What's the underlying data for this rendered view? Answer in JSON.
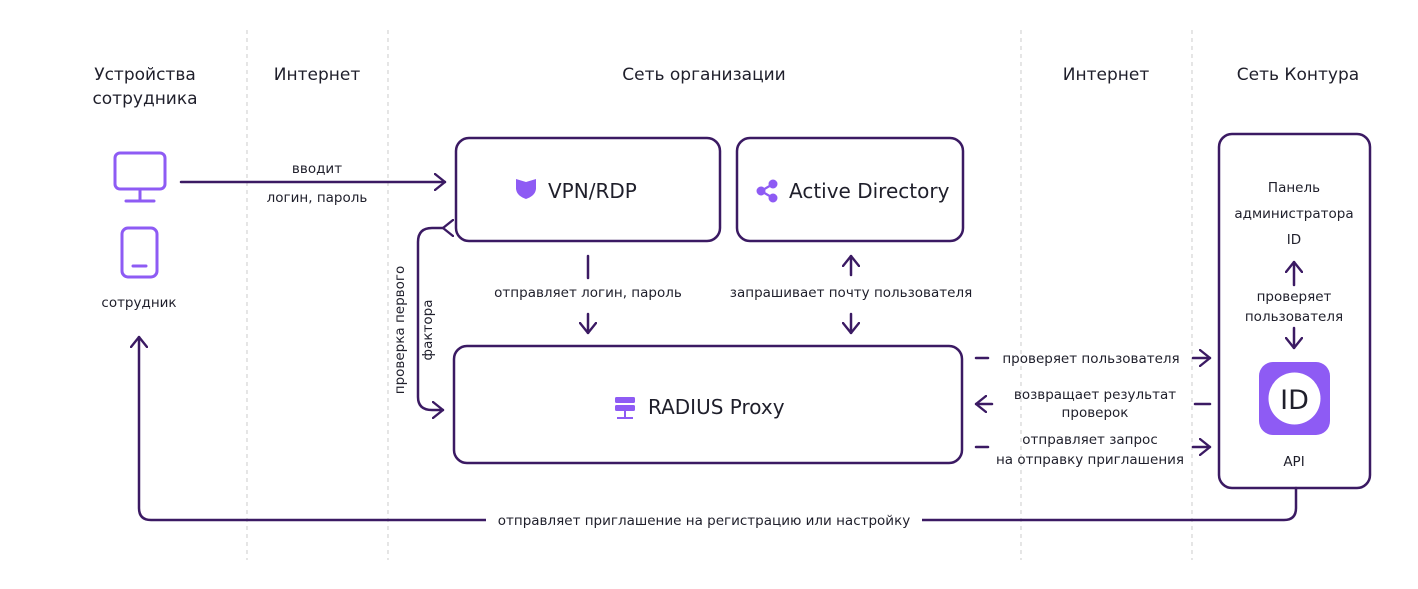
{
  "headers": {
    "devices_line1": "Устройства",
    "devices_line2": "сотрудника",
    "internet_left": "Интернет",
    "org_network": "Сеть организации",
    "internet_right": "Интернет",
    "kontur_network": "Сеть Контура"
  },
  "employee": {
    "label": "сотрудник"
  },
  "edges": {
    "enter_line1": "вводит",
    "enter_line2": "логин, пароль",
    "first_factor_line1": "проверка первого",
    "first_factor_line2": "фактора",
    "sends_login": "отправляет логин, пароль",
    "requests_email": "запрашивает почту пользователя",
    "checks_user": "проверяет пользователя",
    "returns_line1": "возвращает результат",
    "returns_line2": "проверок",
    "sends_request_line1": "отправляет запрос",
    "sends_request_line2": "на отправку приглашения",
    "sends_invite": "отправляет приглашение на регистрацию или настройку"
  },
  "boxes": {
    "vpn": "VPN/RDP",
    "ad": "Active Directory",
    "radius": "RADIUS Proxy"
  },
  "kontur": {
    "panel_line1": "Панель",
    "panel_line2": "администратора",
    "panel_line3": "ID",
    "verify_line1": "проверяет",
    "verify_line2": "пользователя",
    "id_logo": "ID",
    "api": "API"
  },
  "colors": {
    "dark": "#3b1a63",
    "accent": "#8e5bf4",
    "divider": "#d4d4d4",
    "text": "#1f1f2b"
  }
}
